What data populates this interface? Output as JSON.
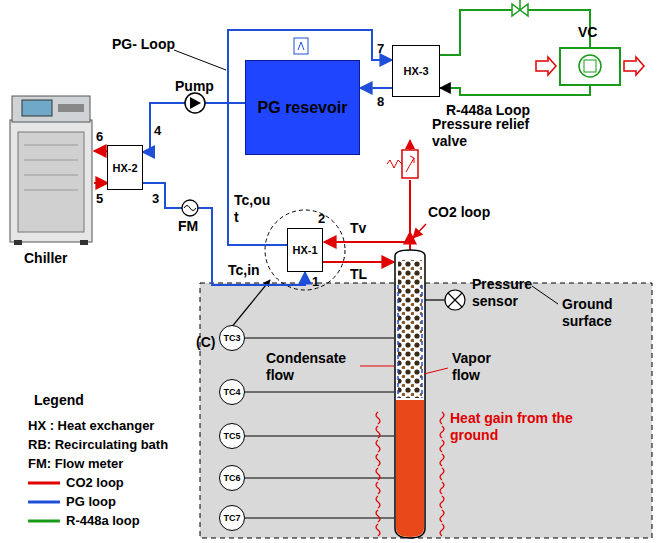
{
  "diagram": {
    "nodes": [
      {
        "text": [
          "HX-2"
        ]
      },
      {
        "text": [
          "HX-1"
        ]
      },
      {
        "text": [
          "HX-3"
        ]
      },
      {
        "text": [
          "PG resevoir"
        ]
      },
      {
        "text": [
          "TC3"
        ]
      },
      {
        "text": [
          "TC4"
        ]
      },
      {
        "text": [
          "TC5"
        ]
      },
      {
        "text": [
          "TC6"
        ]
      },
      {
        "text": [
          "TC7"
        ]
      }
    ],
    "edges": [
      {
        "from": 0,
        "to": 1,
        "arrow": "to"
      },
      {
        "from": 1,
        "to": 2,
        "arrow": "to"
      },
      {
        "from": 2,
        "to": 3,
        "arrow": "to"
      },
      {
        "from": 3,
        "to": 0,
        "arrow": "to"
      }
    ],
    "labels": [
      "PG- Loop",
      "Pump",
      "6",
      "5",
      "4",
      "3",
      "Chiller",
      "FM",
      "Tc,ou t",
      "2",
      "1",
      "Tc,in",
      "Tv",
      "TL",
      "(C)",
      "CO2 loop",
      "7",
      "8",
      "R-448a Loop",
      "VC",
      "Pressure relief valve",
      "Pressure sensor",
      "Ground surface",
      "Condensate flow",
      "Vapor flow",
      "Heat gain from the ground",
      "Legend"
    ],
    "legend": [
      {
        "text": "HX : Heat exchanger"
      },
      {
        "text": "RB: Recirculating bath"
      },
      {
        "text": "FM: Flow meter"
      },
      {
        "text": "CO2 loop"
      },
      {
        "text": "PG loop"
      },
      {
        "text": "R-448a loop"
      }
    ]
  }
}
